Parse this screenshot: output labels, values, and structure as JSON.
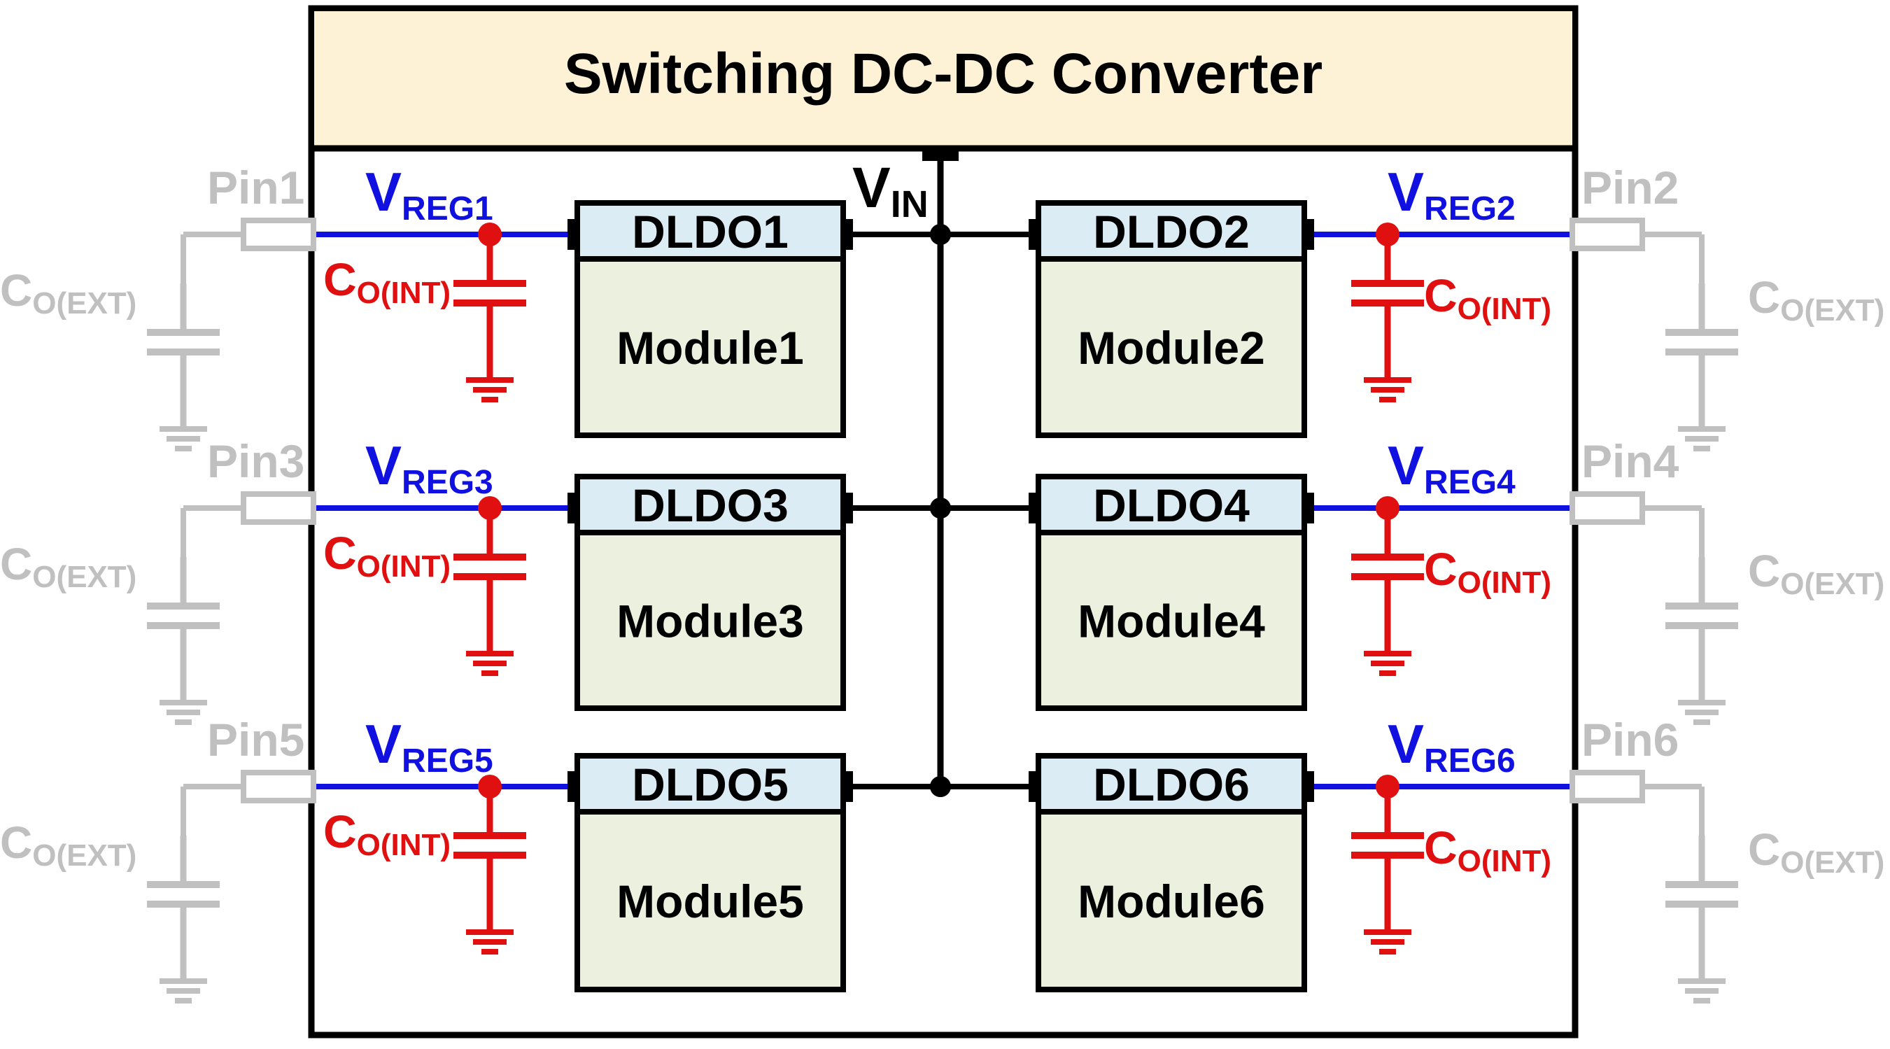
{
  "header": {
    "title": "Switching DC-DC Converter"
  },
  "vin": {
    "main": "V",
    "sub": "IN"
  },
  "cap_int": {
    "main": "C",
    "sub": "O(INT)"
  },
  "cap_ext": {
    "main": "C",
    "sub": "O(EXT)"
  },
  "channels": [
    {
      "ldo": "DLDO1",
      "module": "Module1",
      "vreg_main": "V",
      "vreg_sub": "REG1",
      "pin": "Pin1"
    },
    {
      "ldo": "DLDO2",
      "module": "Module2",
      "vreg_main": "V",
      "vreg_sub": "REG2",
      "pin": "Pin2"
    },
    {
      "ldo": "DLDO3",
      "module": "Module3",
      "vreg_main": "V",
      "vreg_sub": "REG3",
      "pin": "Pin3"
    },
    {
      "ldo": "DLDO4",
      "module": "Module4",
      "vreg_main": "V",
      "vreg_sub": "REG4",
      "pin": "Pin4"
    },
    {
      "ldo": "DLDO5",
      "module": "Module5",
      "vreg_main": "V",
      "vreg_sub": "REG5",
      "pin": "Pin5"
    },
    {
      "ldo": "DLDO6",
      "module": "Module6",
      "vreg_main": "V",
      "vreg_sub": "REG6",
      "pin": "Pin6"
    }
  ],
  "colors": {
    "outline": "#000000",
    "header_fill": "#fdf1d6",
    "ldo_fill": "#dcecf4",
    "module_fill": "#ebf1de",
    "vreg": "#1010e0",
    "cap_int": "#e01010",
    "external": "#c0c0c0"
  }
}
